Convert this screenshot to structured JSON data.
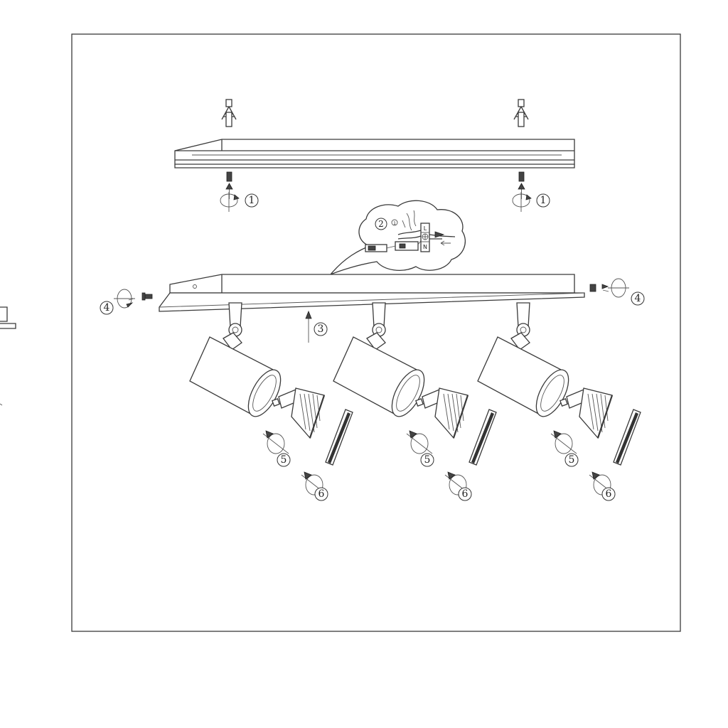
{
  "steps": {
    "s1": "1",
    "s2": "2",
    "s3": "3",
    "s4": "4",
    "s5": "5",
    "s6": "6"
  },
  "wiring": {
    "live": "L",
    "neutral": "N",
    "small_marker": "1"
  },
  "colors": {
    "line": "#3a3a3a",
    "background": "#ffffff"
  }
}
